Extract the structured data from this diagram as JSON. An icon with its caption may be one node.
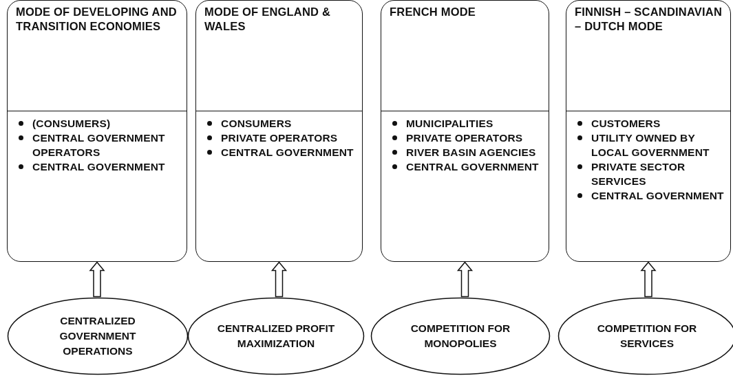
{
  "diagram": {
    "nodes": [
      {
        "text": [
          "MODE OF DEVELOPING AND TRANSITION ECONOMIES",
          "(CONSUMERS)",
          "CENTRAL GOVERNMENT OPERATORS",
          "CENTRAL GOVERNMENT"
        ]
      },
      {
        "text": [
          "MODE OF ENGLAND & WALES",
          "CONSUMERS",
          "PRIVATE OPERATORS",
          "CENTRAL GOVERNMENT"
        ]
      },
      {
        "text": [
          "FRENCH MODE",
          "MUNICIPALITIES",
          "PRIVATE OPERATORS",
          "RIVER BASIN AGENCIES",
          "CENTRAL GOVERNMENT"
        ]
      },
      {
        "text": [
          "FINNISH – SCANDINAVIAN – DUTCH MODE",
          "CUSTOMERS",
          "UTILITY OWNED BY LOCAL GOVERNMENT",
          "PRIVATE SECTOR SERVICES",
          "CENTRAL GOVERNMENT"
        ]
      },
      {
        "text": [
          "CENTRALIZED GOVERNMENT OPERATIONS"
        ]
      },
      {
        "text": [
          "CENTRALIZED PROFIT MAXIMIZATION"
        ]
      },
      {
        "text": [
          "COMPETITION FOR MONOPOLIES"
        ]
      },
      {
        "text": [
          "COMPETITION FOR SERVICES"
        ]
      }
    ],
    "edges": [
      {
        "from": 4,
        "to": 0,
        "arrow": "to"
      },
      {
        "from": 5,
        "to": 1,
        "arrow": "to"
      },
      {
        "from": 6,
        "to": 2,
        "arrow": "to"
      },
      {
        "from": 7,
        "to": 3,
        "arrow": "to"
      }
    ]
  }
}
